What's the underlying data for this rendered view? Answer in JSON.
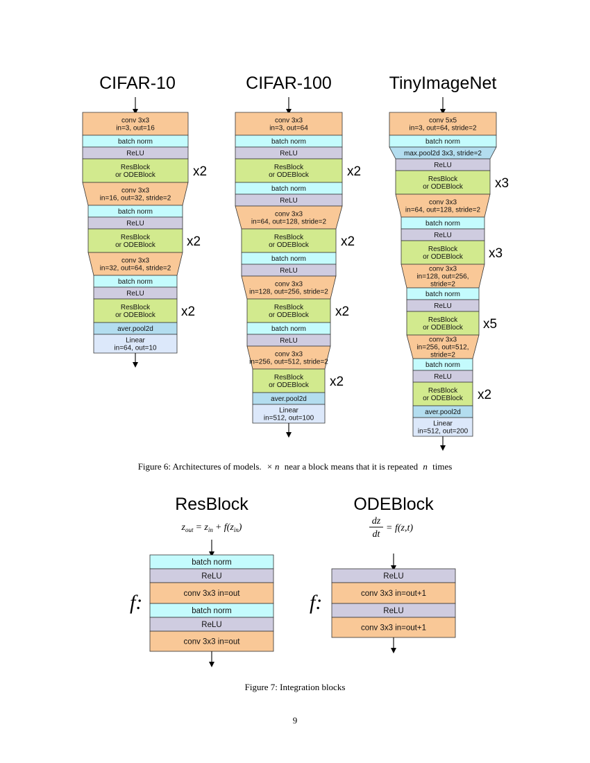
{
  "figure6": {
    "caption_prefix": "Figure 6: Architectures of models.",
    "caption_mid": "× n",
    "caption_rest": "near a block means that it is repeated",
    "caption_n": "n",
    "caption_end": "times",
    "columns": [
      {
        "title": "CIFAR-10",
        "blocks": [
          {
            "type": "conv",
            "lines": [
              "conv 3x3",
              "in=3, out=16"
            ]
          },
          {
            "type": "bn",
            "lines": [
              "batch norm"
            ]
          },
          {
            "type": "relu",
            "lines": [
              "ReLU"
            ]
          },
          {
            "type": "res",
            "lines": [
              "ResBlock",
              "or ODEBlock"
            ],
            "repeat": "x2"
          },
          {
            "type": "conv",
            "lines": [
              "conv 3x3",
              "in=16, out=32, stride=2"
            ]
          },
          {
            "type": "bn",
            "lines": [
              "batch norm"
            ]
          },
          {
            "type": "relu",
            "lines": [
              "ReLU"
            ]
          },
          {
            "type": "res",
            "lines": [
              "ResBlock",
              "or ODEBlock"
            ],
            "repeat": "x2"
          },
          {
            "type": "conv",
            "lines": [
              "conv 3x3",
              "in=32, out=64, stride=2"
            ]
          },
          {
            "type": "bn",
            "lines": [
              "batch norm"
            ]
          },
          {
            "type": "relu",
            "lines": [
              "ReLU"
            ]
          },
          {
            "type": "res",
            "lines": [
              "ResBlock",
              "or ODEBlock"
            ],
            "repeat": "x2"
          },
          {
            "type": "pool",
            "lines": [
              "aver.pool2d"
            ]
          },
          {
            "type": "linear",
            "lines": [
              "Linear",
              "in=64, out=10"
            ]
          }
        ]
      },
      {
        "title": "CIFAR-100",
        "blocks": [
          {
            "type": "conv",
            "lines": [
              "conv 3x3",
              "in=3, out=64"
            ]
          },
          {
            "type": "bn",
            "lines": [
              "batch norm"
            ]
          },
          {
            "type": "relu",
            "lines": [
              "ReLU"
            ]
          },
          {
            "type": "res",
            "lines": [
              "ResBlock",
              "or ODEBlock"
            ],
            "repeat": "x2"
          },
          {
            "type": "bn",
            "lines": [
              "batch norm"
            ]
          },
          {
            "type": "relu",
            "lines": [
              "ReLU"
            ]
          },
          {
            "type": "conv",
            "lines": [
              "conv 3x3",
              "in=64, out=128, stride=2"
            ]
          },
          {
            "type": "res",
            "lines": [
              "ResBlock",
              "or ODEBlock"
            ],
            "repeat": "x2"
          },
          {
            "type": "bn",
            "lines": [
              "batch norm"
            ]
          },
          {
            "type": "relu",
            "lines": [
              "ReLU"
            ]
          },
          {
            "type": "conv",
            "lines": [
              "conv 3x3",
              "in=128, out=256, stride=2"
            ]
          },
          {
            "type": "res",
            "lines": [
              "ResBlock",
              "or ODEBlock"
            ],
            "repeat": "x2"
          },
          {
            "type": "bn",
            "lines": [
              "batch norm"
            ]
          },
          {
            "type": "relu",
            "lines": [
              "ReLU"
            ]
          },
          {
            "type": "conv",
            "lines": [
              "conv 3x3",
              "in=256, out=512, stride=2"
            ]
          },
          {
            "type": "res",
            "lines": [
              "ResBlock",
              "or ODEBlock"
            ],
            "repeat": "x2"
          },
          {
            "type": "pool",
            "lines": [
              "aver.pool2d"
            ]
          },
          {
            "type": "linear",
            "lines": [
              "Linear",
              "in=512, out=100"
            ]
          }
        ]
      },
      {
        "title": "TinyImageNet",
        "blocks": [
          {
            "type": "conv",
            "lines": [
              "conv 5x5",
              "in=3, out=64, stride=2"
            ]
          },
          {
            "type": "bn",
            "lines": [
              "batch norm"
            ]
          },
          {
            "type": "pool",
            "lines": [
              "max.pool2d 3x3, stride=2"
            ]
          },
          {
            "type": "relu",
            "lines": [
              "ReLU"
            ]
          },
          {
            "type": "res",
            "lines": [
              "ResBlock",
              "or ODEBlock"
            ],
            "repeat": "x3"
          },
          {
            "type": "conv",
            "lines": [
              "conv 3x3",
              "in=64, out=128, stride=2"
            ]
          },
          {
            "type": "bn",
            "lines": [
              "batch norm"
            ]
          },
          {
            "type": "relu",
            "lines": [
              "ReLU"
            ]
          },
          {
            "type": "res",
            "lines": [
              "ResBlock",
              "or ODEBlock"
            ],
            "repeat": "x3"
          },
          {
            "type": "conv",
            "lines": [
              "conv 3x3",
              "in=128, out=256,",
              "stride=2"
            ]
          },
          {
            "type": "bn",
            "lines": [
              "batch norm"
            ]
          },
          {
            "type": "relu",
            "lines": [
              "ReLU"
            ]
          },
          {
            "type": "res",
            "lines": [
              "ResBlock",
              "or ODEBlock"
            ],
            "repeat": "x5"
          },
          {
            "type": "conv",
            "lines": [
              "conv 3x3",
              "in=256, out=512,",
              "stride=2"
            ]
          },
          {
            "type": "bn",
            "lines": [
              "batch norm"
            ]
          },
          {
            "type": "relu",
            "lines": [
              "ReLU"
            ]
          },
          {
            "type": "res",
            "lines": [
              "ResBlock",
              "or ODEBlock"
            ],
            "repeat": "x2"
          },
          {
            "type": "pool",
            "lines": [
              "aver.pool2d"
            ]
          },
          {
            "type": "linear",
            "lines": [
              "Linear",
              "in=512, out=200"
            ]
          }
        ]
      }
    ]
  },
  "figure7": {
    "caption": "Figure 7: Integration blocks",
    "f_label": "f:",
    "resblock": {
      "title": "ResBlock",
      "equation": "z_out = z_in + f(z_in)",
      "eq_z": "z",
      "eq_out": "out",
      "eq_in": "in",
      "eq_equals": "=",
      "eq_plus": "+",
      "eq_f": "f(",
      "eq_close": ")",
      "layers": [
        "batch norm",
        "ReLU",
        "conv 3x3 in=out",
        "batch norm",
        "ReLU",
        "conv 3x3 in=out"
      ],
      "layer_types": [
        "bn",
        "relu",
        "conv",
        "bn",
        "relu",
        "conv"
      ]
    },
    "odeblock": {
      "title": "ODEBlock",
      "eq_num": "dz",
      "eq_den": "dt",
      "eq_rhs": "= f(z,t)",
      "layers": [
        "ReLU",
        "conv 3x3 in=out+1",
        "ReLU",
        "conv 3x3 in=out+1"
      ],
      "layer_types": [
        "relu",
        "conv",
        "relu",
        "conv"
      ]
    }
  },
  "page_number": "9",
  "colors": {
    "conv": "#f9c897",
    "bn": "#c4fbfd",
    "relu": "#cfcce0",
    "res": "#d2ea8e",
    "pool": "#b3ddef",
    "linear": "#dce8fa",
    "stroke": "#333333"
  }
}
